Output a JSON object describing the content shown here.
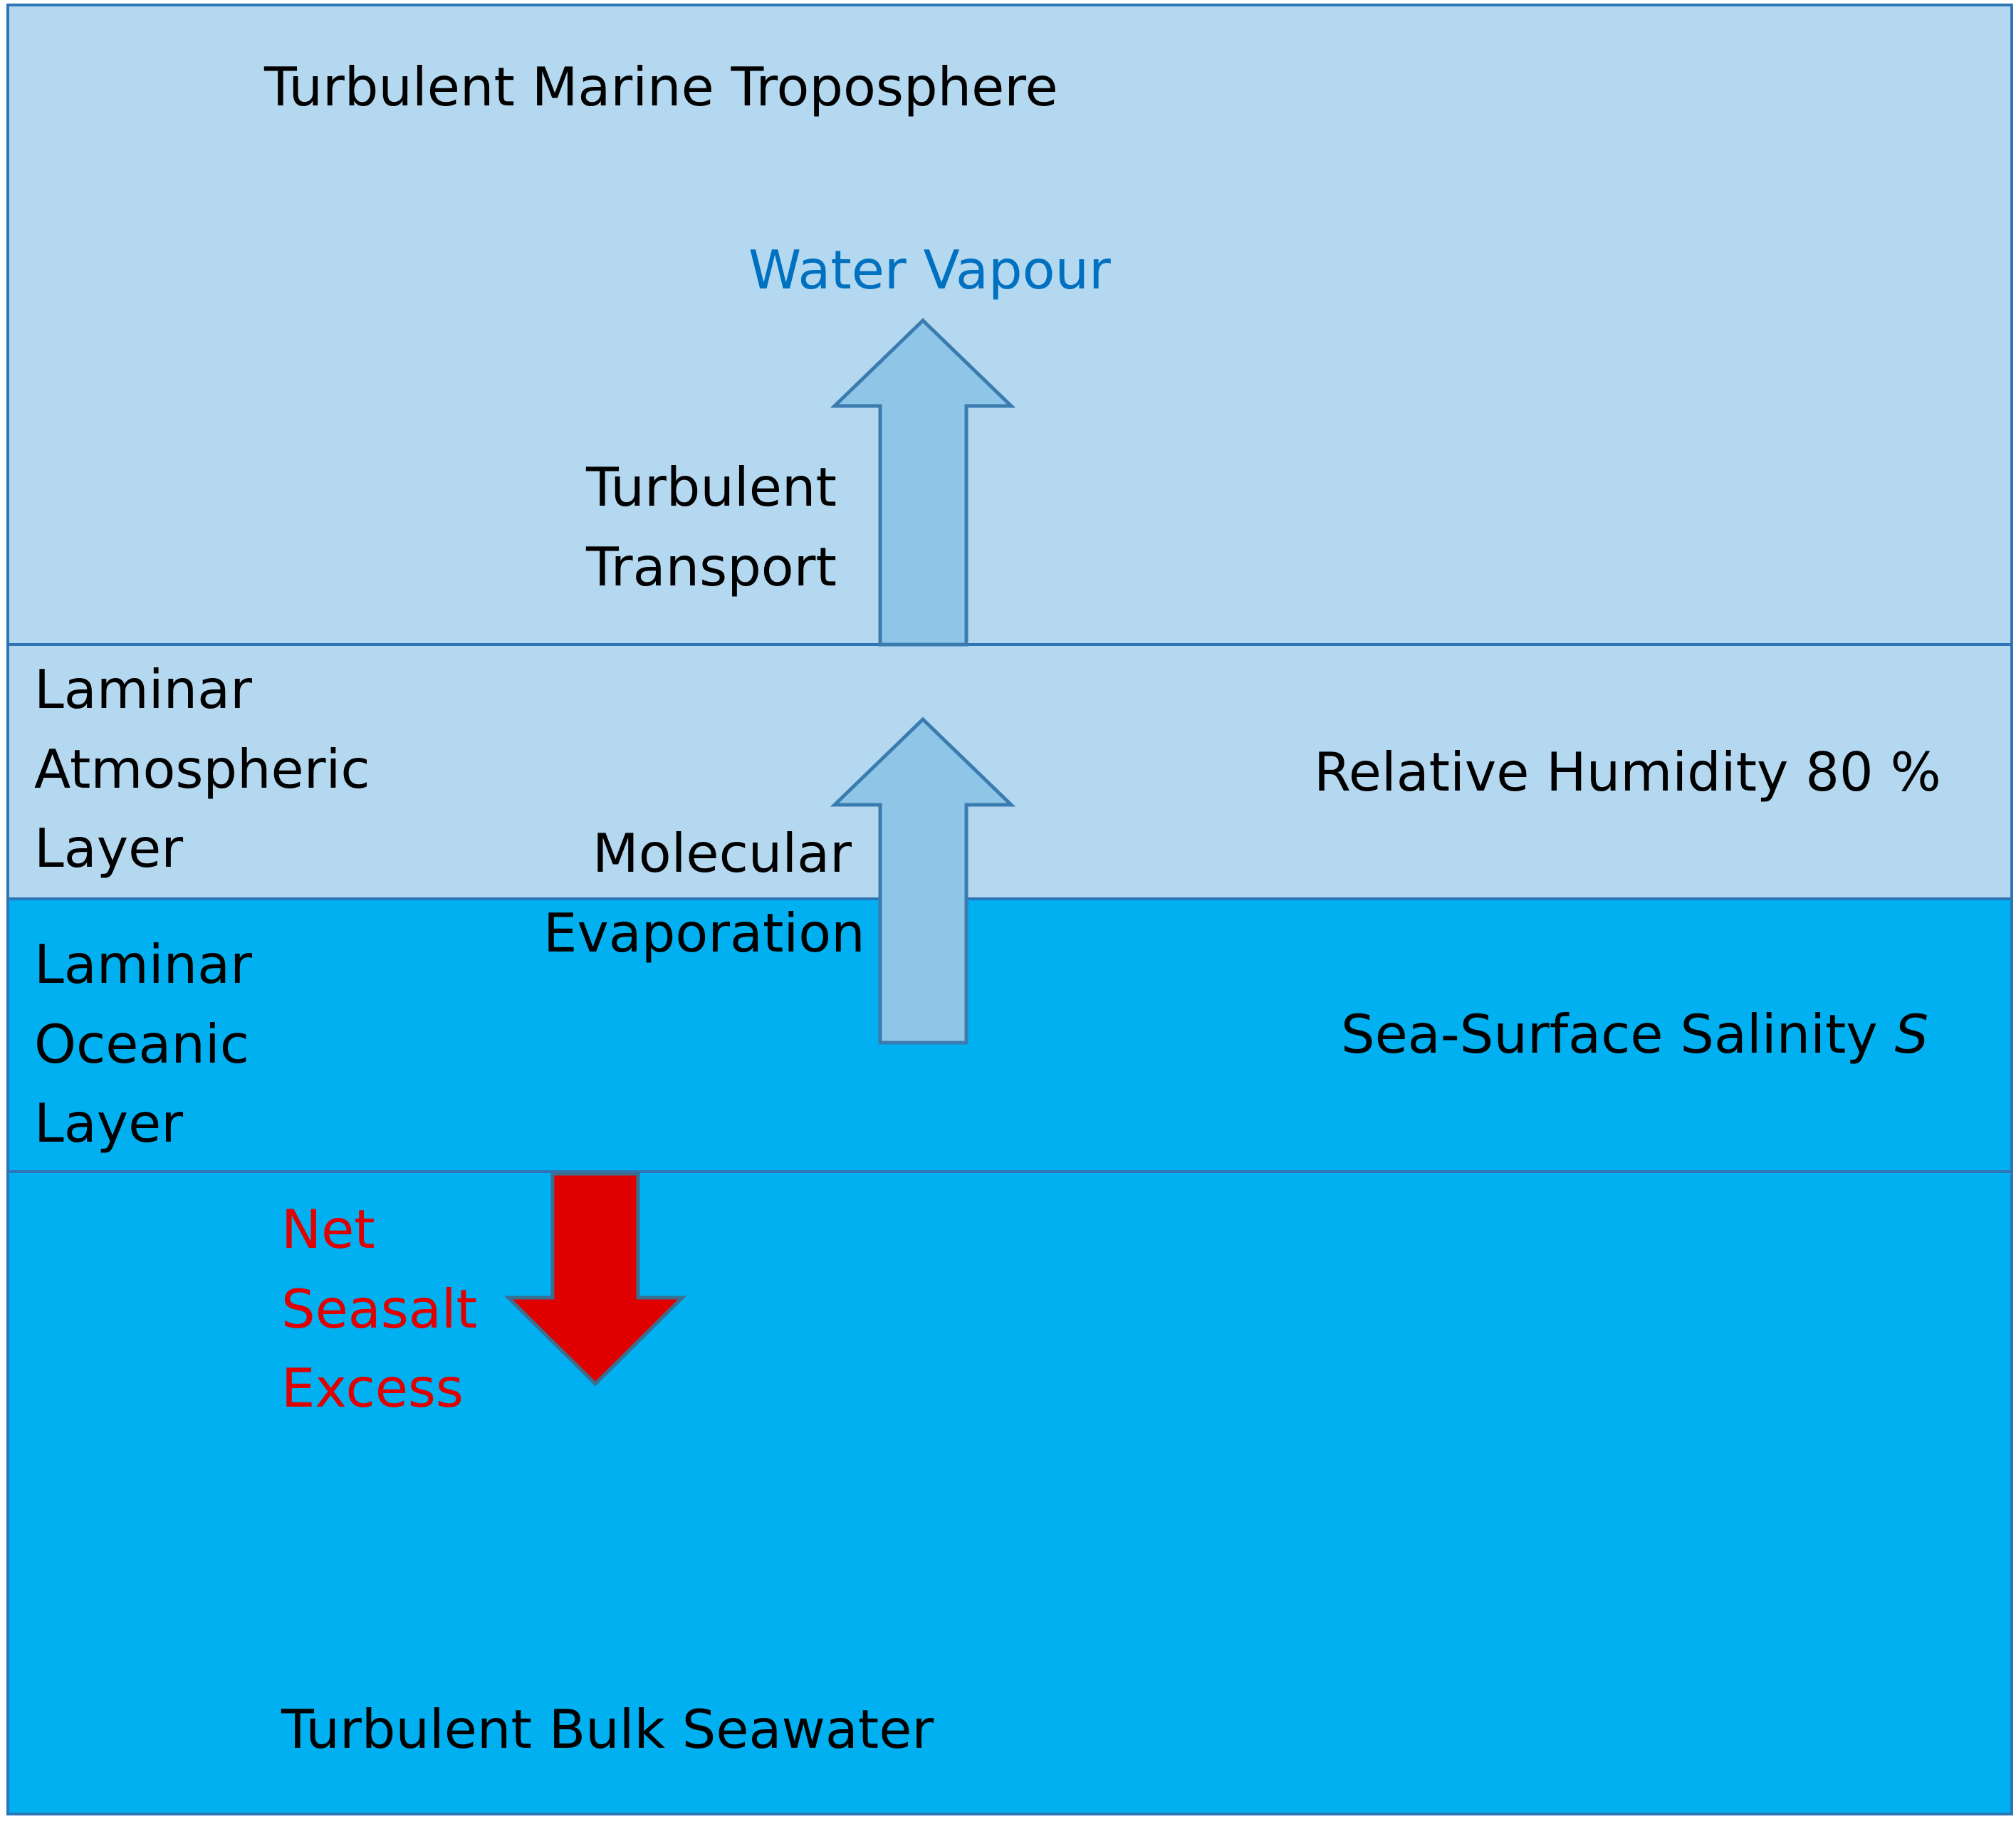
{
  "layers": {
    "troposphere": {
      "label": "Turbulent Marine Troposphere"
    },
    "laminar_atmospheric": {
      "label_lines": [
        "Laminar",
        "Atmospheric",
        "Layer"
      ],
      "property": "Relative Humidity 80 %"
    },
    "laminar_oceanic": {
      "label_lines": [
        "Laminar",
        "Oceanic",
        "Layer"
      ],
      "property_prefix": "Sea-Surface Salinity ",
      "property_symbol": "S"
    },
    "bulk_seawater": {
      "label": "Turbulent Bulk Seawater"
    }
  },
  "fluxes": {
    "water_vapour": "Water Vapour",
    "turbulent_transport": [
      "Turbulent",
      "Transport"
    ],
    "molecular_evaporation": [
      "Molecular",
      "Evaporation"
    ],
    "net_seasalt_excess": [
      "Net",
      "Seasalt",
      "Excess"
    ]
  },
  "colors": {
    "atmosphere": "#b4d8f0",
    "ocean": "#00b0f0",
    "border": "#2e75b6",
    "arrow_up": "#8fc5e7",
    "arrow_down": "#e00000",
    "water_vapour_text": "#0070c0",
    "seasalt_text": "#e00000"
  }
}
